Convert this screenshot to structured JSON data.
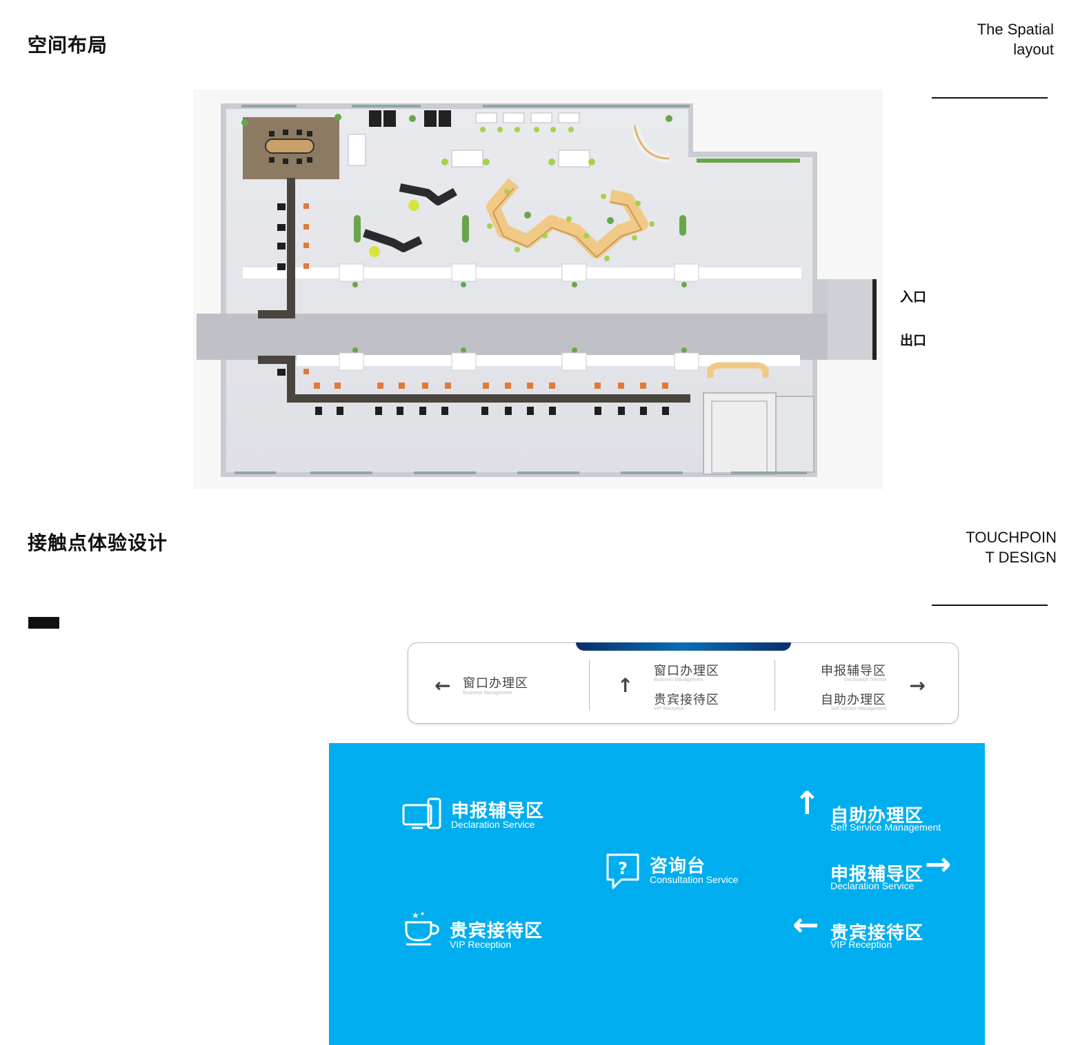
{
  "section1": {
    "title_zh": "空间布局",
    "title_en_line1": "The Spatial",
    "title_en_line2": "layout"
  },
  "plan": {
    "entrance": "入口",
    "exit": "出口"
  },
  "section2": {
    "title_zh": "接触点体验设计",
    "title_en_line1": "TOUCHPOIN",
    "title_en_line2": "T DESIGN"
  },
  "direction_sign": {
    "left": {
      "arrow": "←",
      "zh": "窗口办理区",
      "en": "Business Management"
    },
    "middle": {
      "arrow": "↑",
      "item1_zh": "窗口办理区",
      "item1_en": "Business Management",
      "item2_zh": "贵宾接待区",
      "item2_en": "VIP Reception"
    },
    "right": {
      "arrow": "→",
      "item1_zh": "申报辅导区",
      "item1_en": "Declaration Service",
      "item2_zh": "自助办理区",
      "item2_en": "Self Service Management"
    },
    "accent_color": "#0c6fb3"
  },
  "blue_panel": {
    "color": "#00aeef",
    "declaration": {
      "zh": "申报辅导区",
      "en": "Declaration Service",
      "icon": "computer-monitor-icon"
    },
    "consultation": {
      "zh": "咨询台",
      "en": "Consultation Service",
      "icon": "question-chat-icon"
    },
    "vip": {
      "zh": "贵宾接待区",
      "en": "VIP Reception",
      "icon": "coffee-cup-icon"
    },
    "self_service": {
      "zh": "自助办理区",
      "en": "Self Service Management",
      "arrow": "↑"
    },
    "declaration_right": {
      "zh": "申报辅导区",
      "en": "Declaration Service",
      "arrow": "→"
    },
    "vip_left": {
      "zh": "贵宾接待区",
      "en": "VIP Reception",
      "arrow": "←"
    }
  }
}
